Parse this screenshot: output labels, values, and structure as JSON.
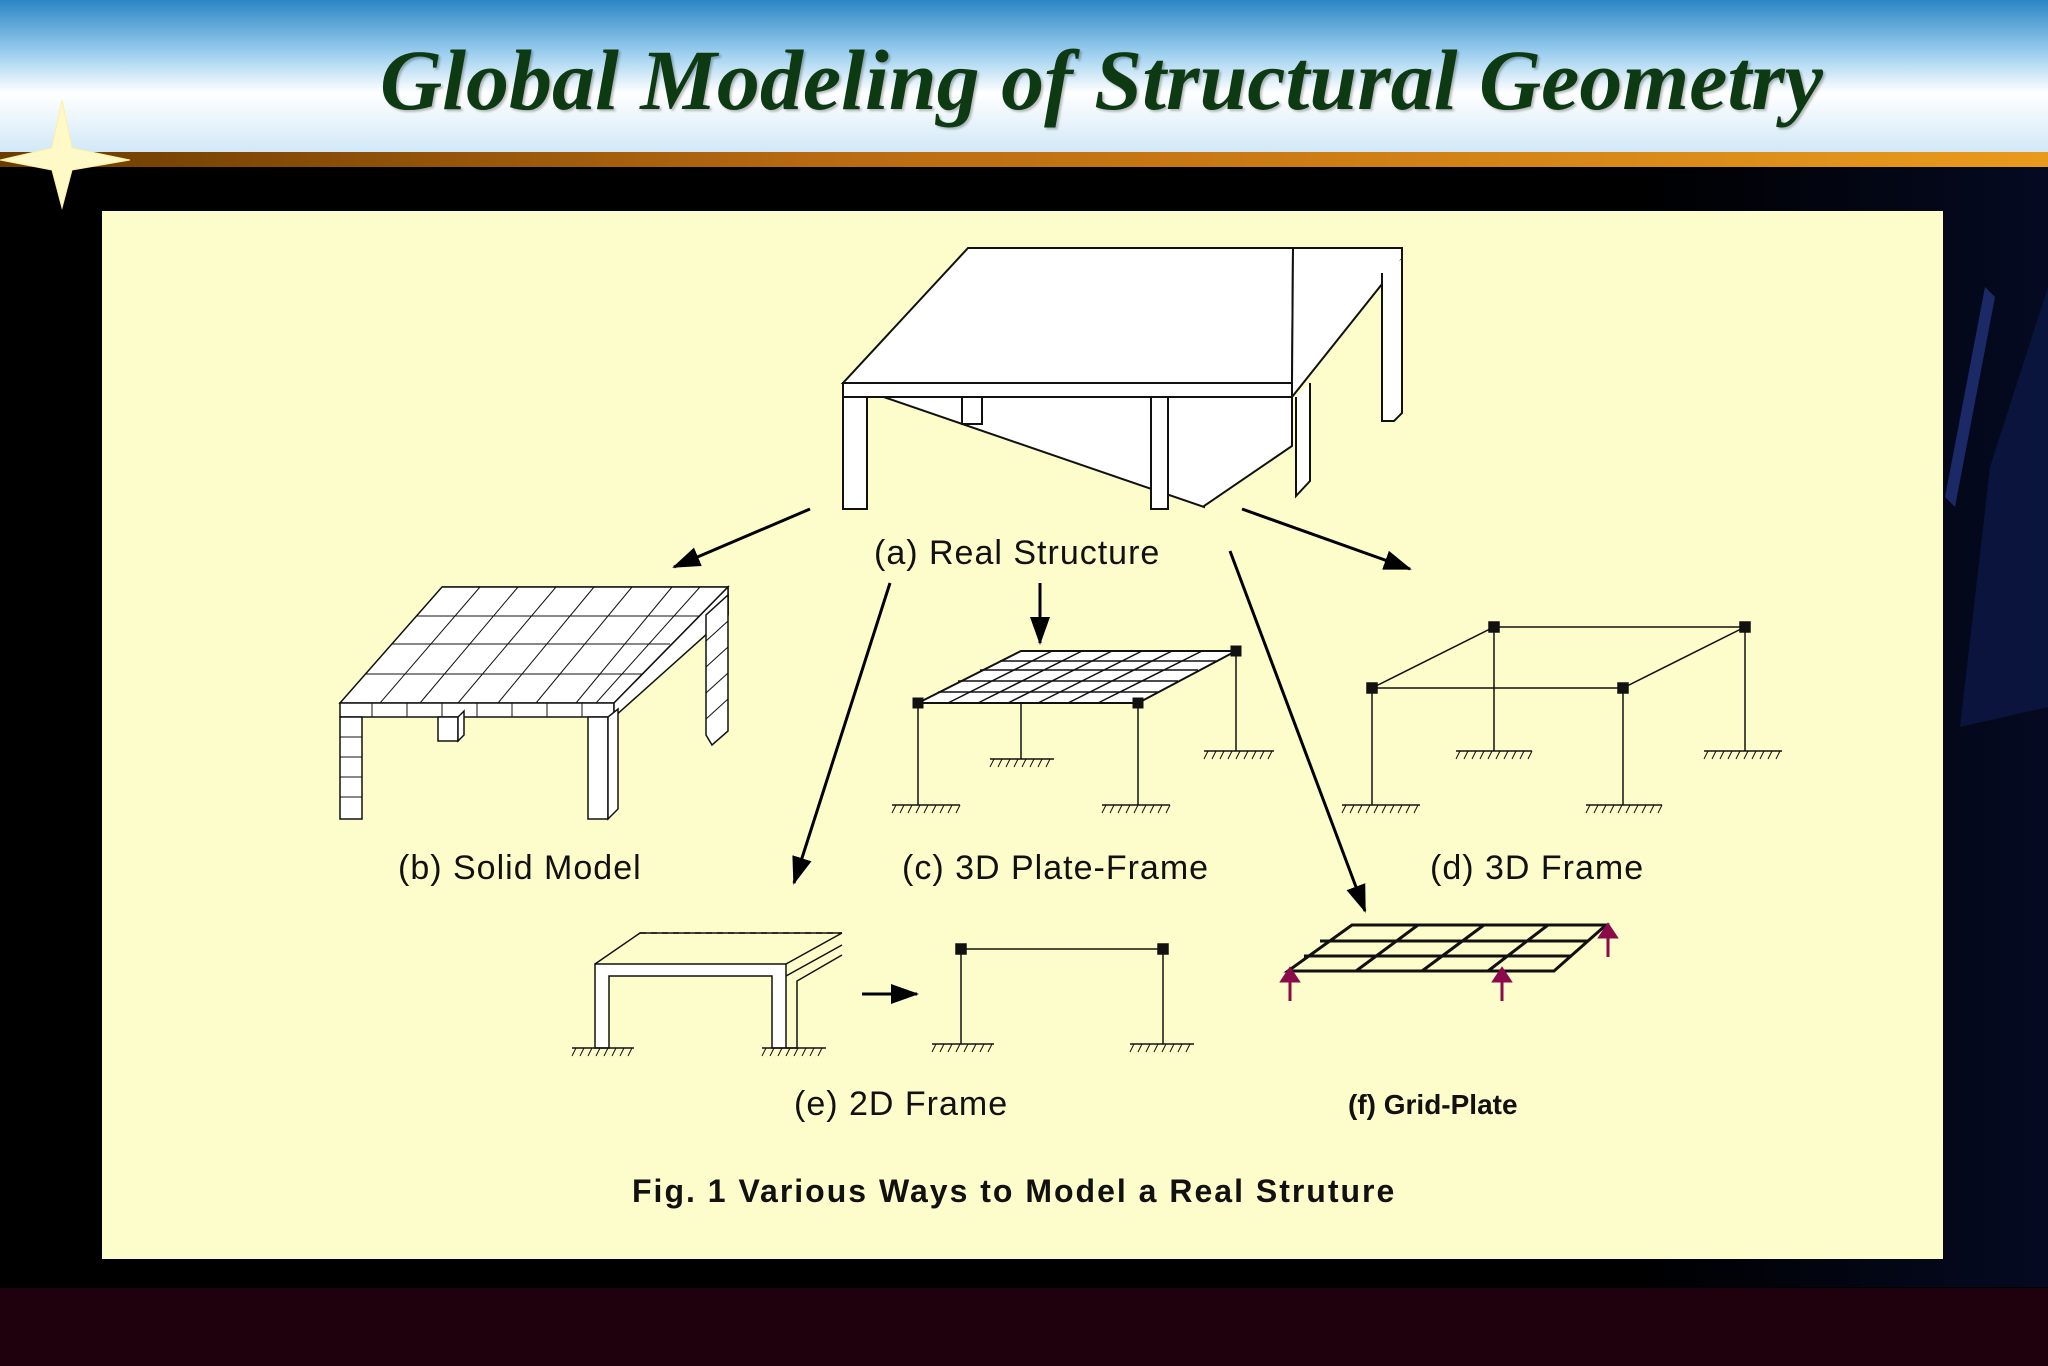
{
  "slide": {
    "title": "Global Modeling of Structural Geometry"
  },
  "figure": {
    "captions": {
      "a": "(a) Real Structure",
      "b": "(b) Solid Model",
      "c": "(c) 3D Plate-Frame",
      "d": "(d) 3D Frame",
      "e": "(e) 2D Frame",
      "f": "(f) Grid-Plate"
    },
    "figure_caption": "Fig. 1 Various Ways to Model a Real Struture"
  },
  "colors": {
    "panel_background": "#fdfccb",
    "title_color": "#0d3a12",
    "support_arrow": "#8b0a4a"
  },
  "icons": [
    "star-icon"
  ]
}
